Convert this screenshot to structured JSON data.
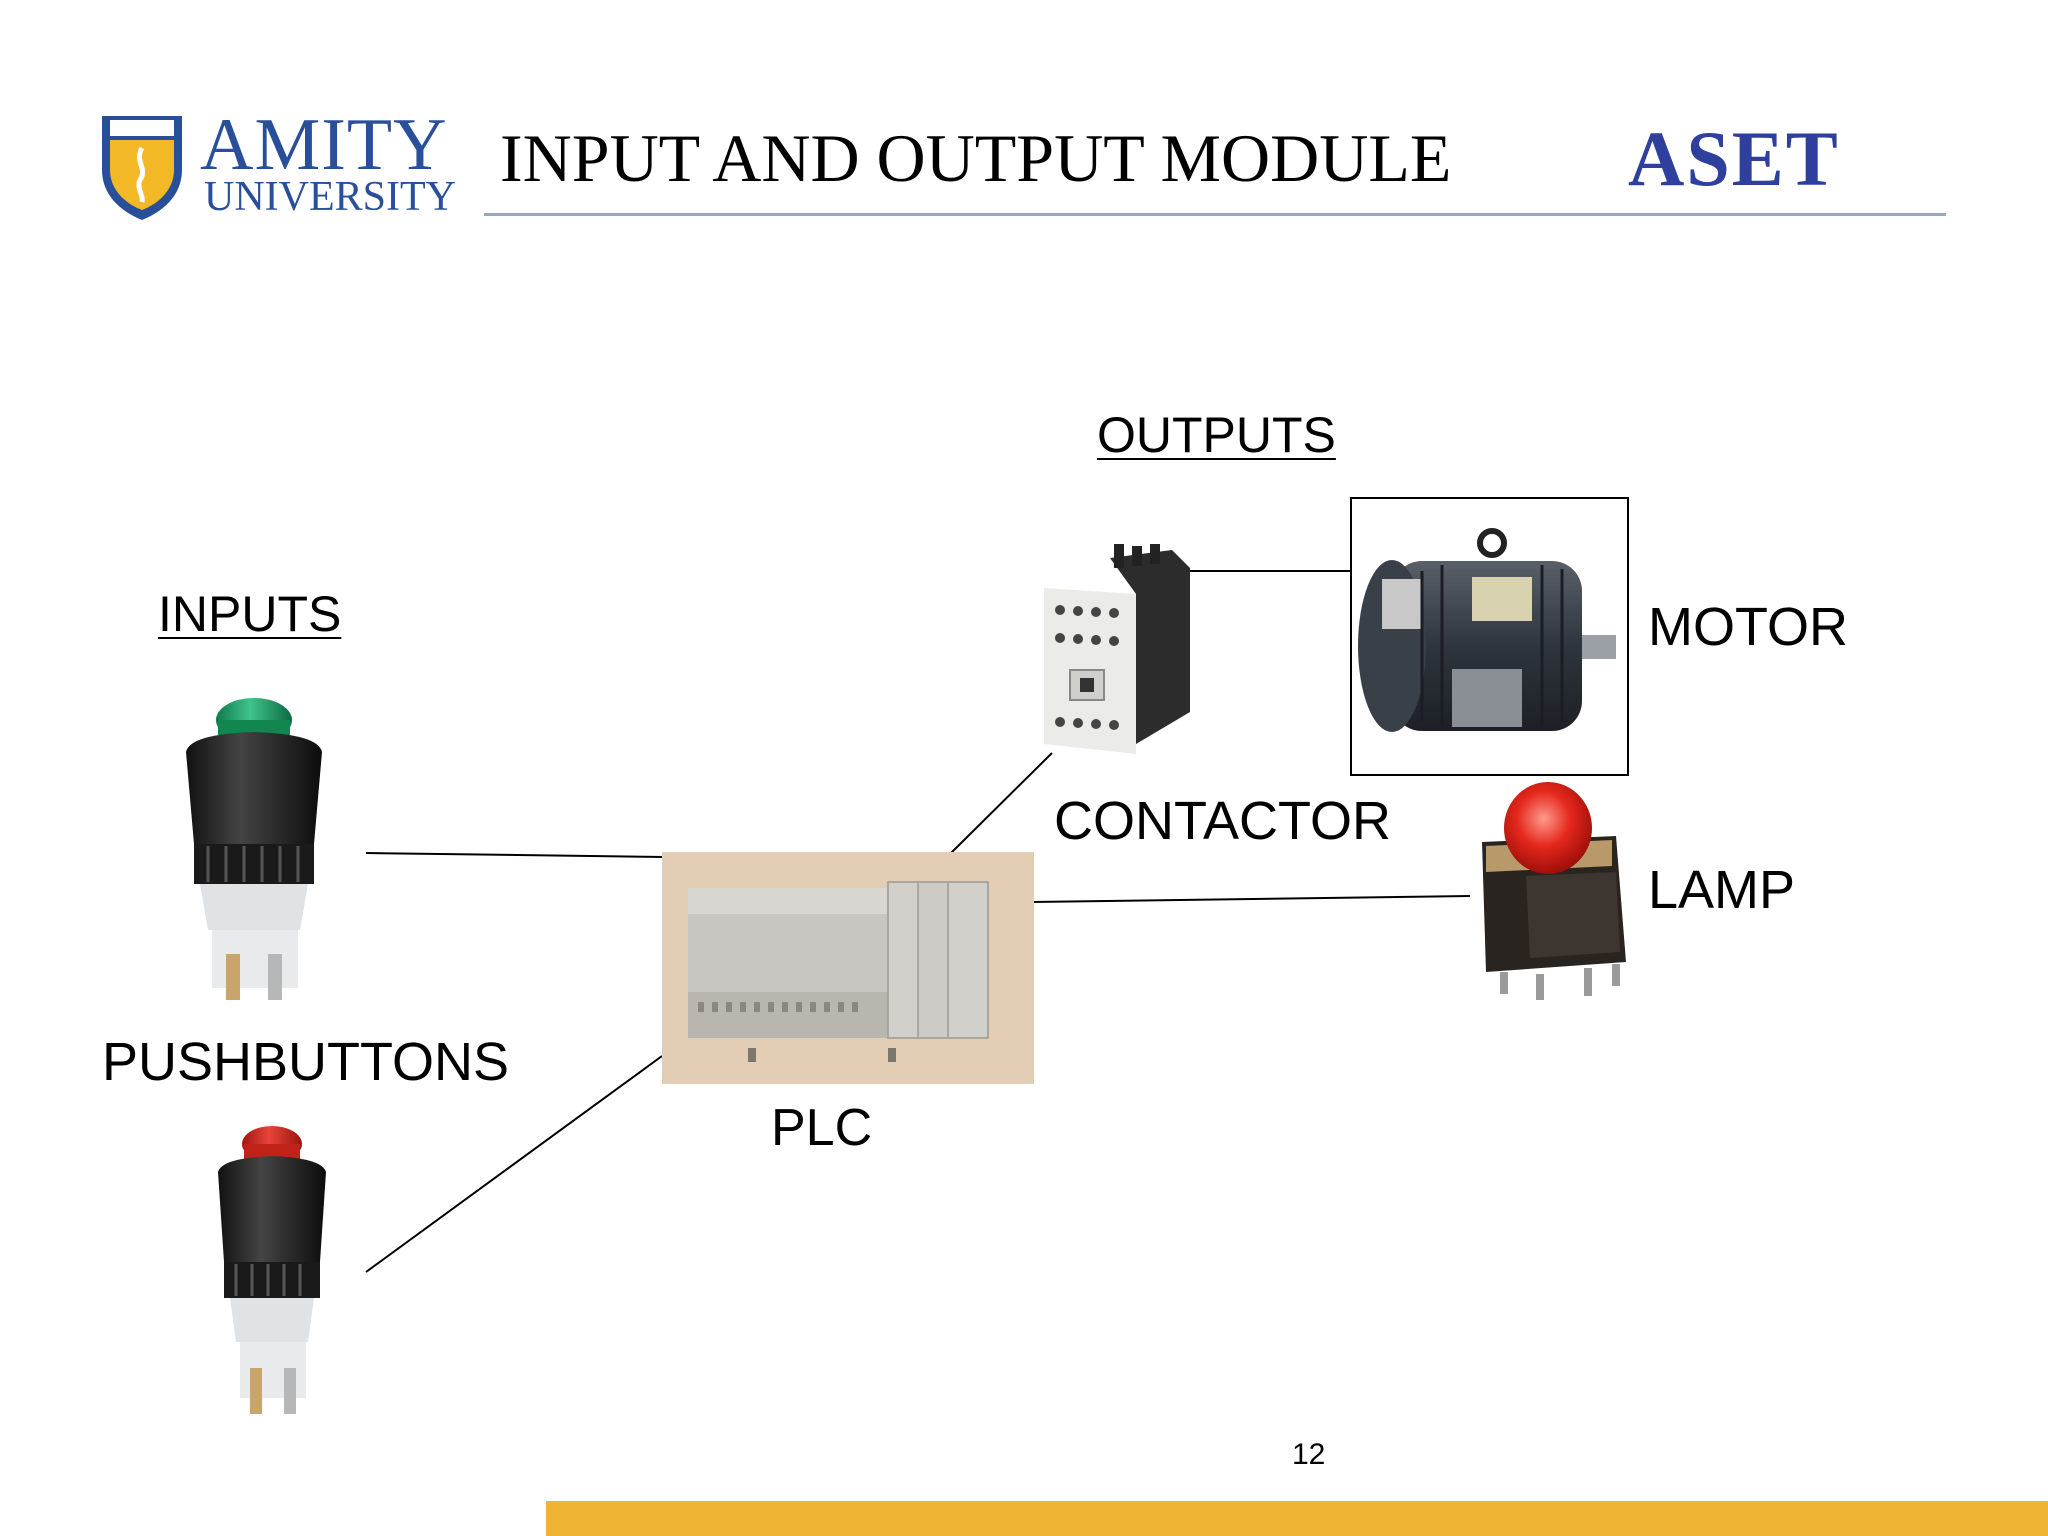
{
  "header": {
    "logo_main": "AMITY",
    "logo_sub": "UNIVERSITY",
    "title": "INPUT AND OUTPUT MODULE",
    "right_logo": "ASET"
  },
  "diagram": {
    "inputs_heading": "INPUTS",
    "outputs_heading": "OUTPUTS",
    "pushbuttons_label": "PUSHBUTTONS",
    "plc_label": "PLC",
    "contactor_label": "CONTACTOR",
    "motor_label": "MOTOR",
    "lamp_label": "LAMP"
  },
  "footer": {
    "page_number": "12",
    "bar_color": "#f0b435"
  },
  "colors": {
    "brand_blue": "#2a4f9a",
    "green_button": "#1fa06a",
    "red_button": "#d92b22"
  }
}
